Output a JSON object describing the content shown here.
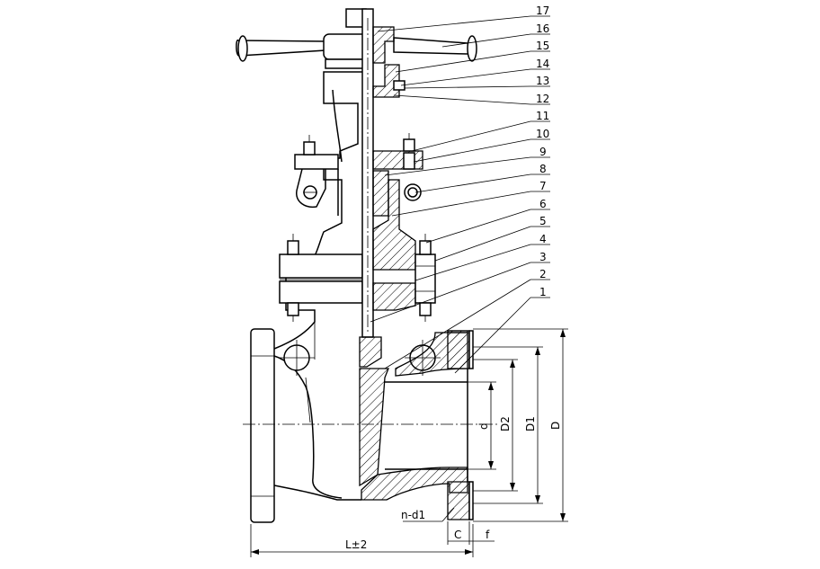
{
  "part_numbers": [
    "17",
    "16",
    "15",
    "14",
    "13",
    "12",
    "11",
    "10",
    "9",
    "8",
    "7",
    "6",
    "5",
    "4",
    "3",
    "2",
    "1"
  ],
  "dimensions": {
    "d": "d",
    "D2": "D2",
    "D1": "D1",
    "D": "D",
    "bolt_holes": "n-d1",
    "length": "L±2",
    "C": "C",
    "f": "f"
  }
}
